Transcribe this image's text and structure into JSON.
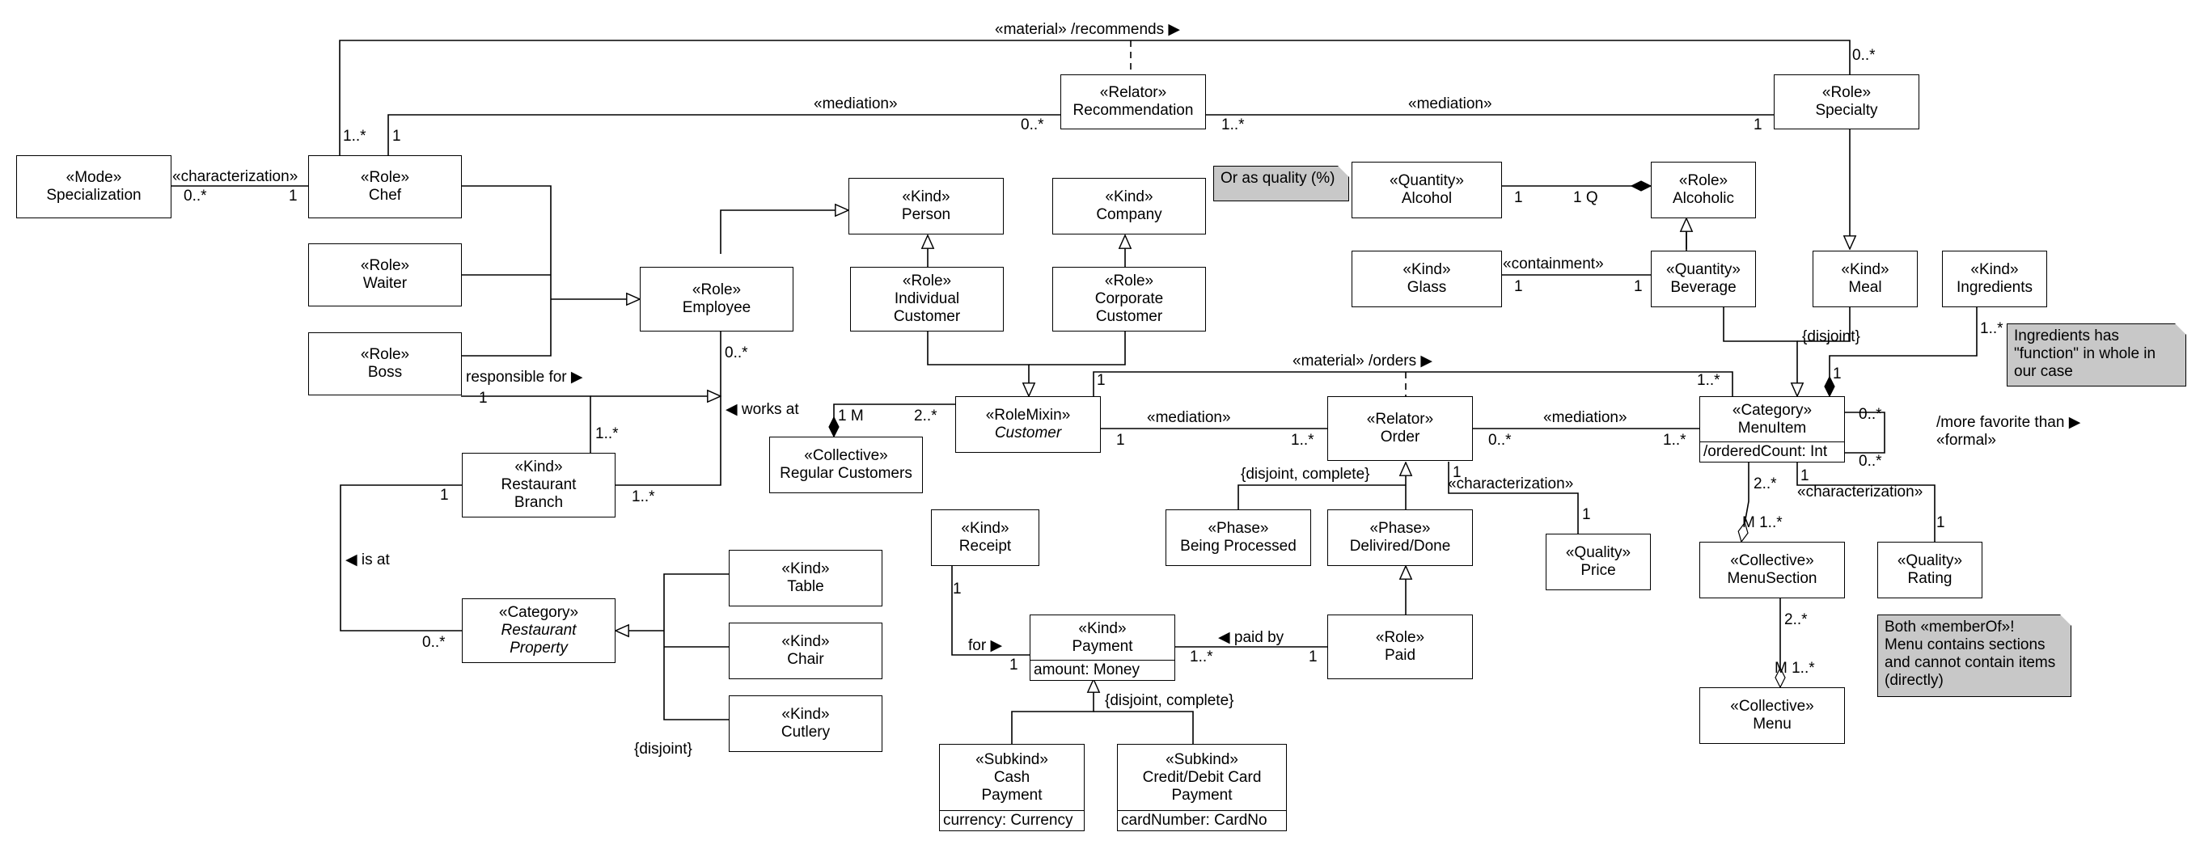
{
  "classes": {
    "specialization": {
      "stereotype": "«Mode»",
      "name": "Specialization"
    },
    "chef": {
      "stereotype": "«Role»",
      "name": "Chef"
    },
    "waiter": {
      "stereotype": "«Role»",
      "name": "Waiter"
    },
    "boss": {
      "stereotype": "«Role»",
      "name": "Boss"
    },
    "employee": {
      "stereotype": "«Role»",
      "name": "Employee"
    },
    "person": {
      "stereotype": "«Kind»",
      "name": "Person"
    },
    "company": {
      "stereotype": "«Kind»",
      "name": "Company"
    },
    "individual_customer": {
      "stereotype": "«Role»",
      "name": "Individual",
      "name2": "Customer"
    },
    "corporate_customer": {
      "stereotype": "«Role»",
      "name": "Corporate",
      "name2": "Customer"
    },
    "recommendation": {
      "stereotype": "«Relator»",
      "name": "Recommendation"
    },
    "specialty": {
      "stereotype": "«Role»",
      "name": "Specialty"
    },
    "alcohol": {
      "stereotype": "«Quantity»",
      "name": "Alcohol"
    },
    "alcoholic": {
      "stereotype": "«Role»",
      "name": "Alcoholic"
    },
    "glass": {
      "stereotype": "«Kind»",
      "name": "Glass"
    },
    "beverage": {
      "stereotype": "«Quantity»",
      "name": "Beverage"
    },
    "meal": {
      "stereotype": "«Kind»",
      "name": "Meal"
    },
    "ingredients": {
      "stereotype": "«Kind»",
      "name": "Ingredients"
    },
    "customer": {
      "stereotype": "«RoleMixin»",
      "name": "Customer"
    },
    "regular_customers": {
      "stereotype": "«Collective»",
      "name": "Regular Customers"
    },
    "order": {
      "stereotype": "«Relator»",
      "name": "Order"
    },
    "menu_item": {
      "stereotype": "«Category»",
      "name": "MenuItem",
      "attribute": "/orderedCount: Int"
    },
    "restaurant_branch": {
      "stereotype": "«Kind»",
      "name": "Restaurant",
      "name2": "Branch"
    },
    "being_processed": {
      "stereotype": "«Phase»",
      "name": "Being Processed"
    },
    "delivered_done": {
      "stereotype": "«Phase»",
      "name": "Delivired/Done"
    },
    "price": {
      "stereotype": "«Quality»",
      "name": "Price"
    },
    "receipt": {
      "stereotype": "«Kind»",
      "name": "Receipt"
    },
    "menu_section": {
      "stereotype": "«Collective»",
      "name": "MenuSection"
    },
    "rating": {
      "stereotype": "«Quality»",
      "name": "Rating"
    },
    "table": {
      "stereotype": "«Kind»",
      "name": "Table"
    },
    "chair": {
      "stereotype": "«Kind»",
      "name": "Chair"
    },
    "cutlery": {
      "stereotype": "«Kind»",
      "name": "Cutlery"
    },
    "restaurant_property": {
      "stereotype": "«Category»",
      "name": "Restaurant",
      "name2": "Property"
    },
    "payment": {
      "stereotype": "«Kind»",
      "name": "Payment",
      "attribute": "amount: Money"
    },
    "paid": {
      "stereotype": "«Role»",
      "name": "Paid"
    },
    "cash_payment": {
      "stereotype": "«Subkind»",
      "name": "Cash",
      "name2": "Payment",
      "attribute": "currency: Currency"
    },
    "card_payment": {
      "stereotype": "«Subkind»",
      "name": "Credit/Debit Card",
      "name2": "Payment",
      "attribute": "cardNumber: CardNo"
    },
    "menu": {
      "stereotype": "«Collective»",
      "name": "Menu"
    }
  },
  "notes": {
    "alcohol_note": [
      "Or as quality (%)"
    ],
    "ingredients_note": [
      "Ingredients has",
      "\"function\" in whole in",
      "our case"
    ],
    "menu_note": [
      "Both «memberOf»!",
      "Menu contains sections",
      "and cannot contain items",
      "(directly)"
    ]
  },
  "labels": {
    "recommends": "«material»  /recommends ▶",
    "recommends_chef_mult": "1..*",
    "recommends_specialty_mult": "0..*",
    "mediation_rec_chef": "«mediation»",
    "rec_chef_1": "1",
    "rec_chef_0": "0..*",
    "mediation_rec_spec": "«mediation»",
    "rec_spec_1": "1..*",
    "rec_spec_2": "1",
    "characterization_spec": "«characterization»",
    "spec_mult": "0..*",
    "chef_mult": "1",
    "alcohol_mult": "1",
    "alcoholic_mult": "1 Q",
    "containment": "«containment»",
    "glass_mult": "1",
    "beverage_mult": "1",
    "disjoint_meal": "{disjoint}",
    "responsible_for": "responsible for ▶",
    "responsible_boss_mult": "1",
    "responsible_branch_mult": "1..*",
    "works_at": "◀ works at",
    "works_emp_mult": "0..*",
    "works_branch_mult": "1..*",
    "regular_m": "1 M",
    "regular_cust": "2..*",
    "orders": "«material»  /orders ▶",
    "orders_cust_mult": "1",
    "orders_item_mult": "1..*",
    "mediation_cust": "«mediation»",
    "med_cust_1": "1",
    "med_cust_2": "1..*",
    "mediation_item": "«mediation»",
    "med_item_1": "0..*",
    "med_item_2": "1..*",
    "ingredients_mult": "1..*",
    "ingredients_item_mult": "1",
    "more_favorite": "/more favorite than ▶",
    "formal": "«formal»",
    "fav_mult_1": "0..*",
    "fav_mult_2": "0..*",
    "disjoint_complete_order": "{disjoint, complete}",
    "characterization_price": "«characterization»",
    "price_order_mult": "1",
    "price_mult": "1",
    "is_at": "◀ is at",
    "is_at_branch_mult": "1",
    "is_at_prop_mult": "0..*",
    "disjoint_property": "{disjoint}",
    "receipt_mult": "1",
    "for": "for ▶",
    "for_payment_mult": "1",
    "paid_by": "◀ paid by",
    "paid_by_payment_mult": "1..*",
    "paid_by_paid_mult": "1",
    "disjoint_complete_payment": "{disjoint, complete}",
    "section_item_mult": "2..*",
    "section_m": "M 1..*",
    "characterization_rating": "«characterization»",
    "rating_item_mult": "1",
    "rating_mult": "1",
    "menu_section_mult": "2..*",
    "menu_m": "M 1..*"
  }
}
